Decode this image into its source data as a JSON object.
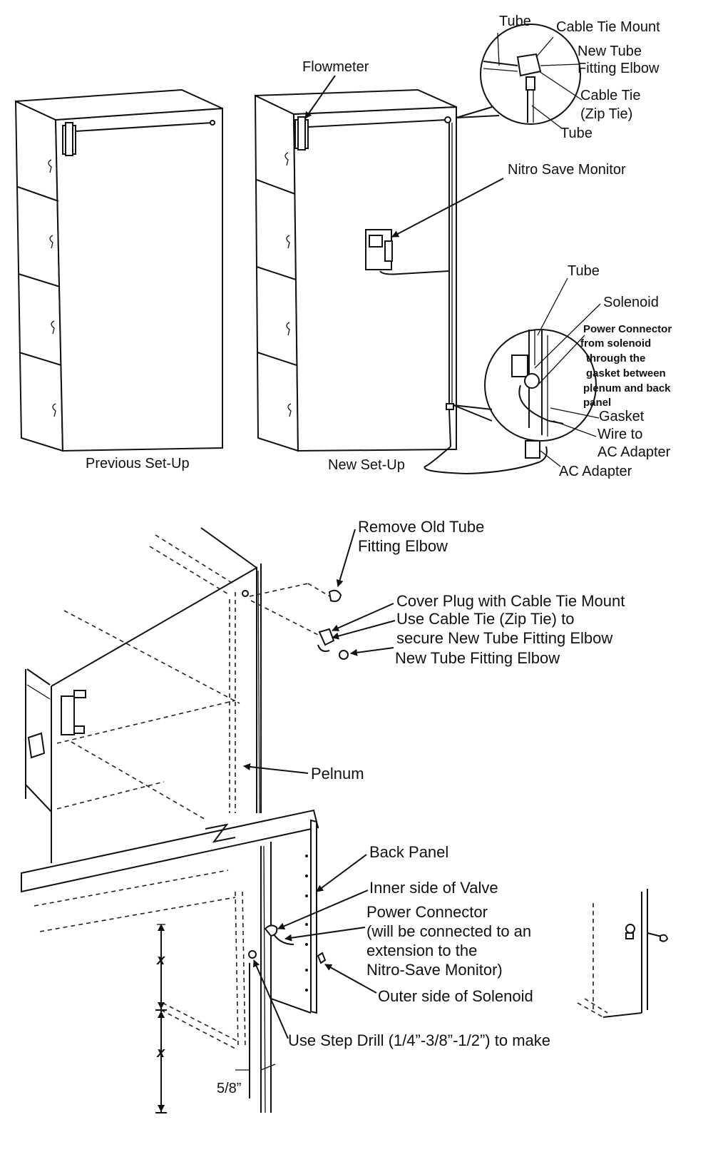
{
  "top_diagram": {
    "previous_label": "Previous Set-Up",
    "new_label": "New Set-Up",
    "flowmeter": "Flowmeter",
    "nitro_save_monitor": "Nitro Save Monitor",
    "callout_top": {
      "tube_1": "Tube",
      "cable_tie_mount": "Cable Tie Mount",
      "new_tube_line1": "New Tube",
      "new_tube_line2": "Fitting Elbow",
      "cable_tie_line1": "Cable Tie",
      "cable_tie_line2": "(Zip Tie)",
      "tube_2": "Tube"
    },
    "callout_bottom": {
      "tube": "Tube",
      "solenoid": "Solenoid",
      "power_lines": [
        "Power Connector",
        "from solenoid",
        "through the",
        "gasket between",
        "plenum and back",
        "panel"
      ],
      "gasket": "Gasket",
      "wire_line1": "Wire to",
      "wire_line2": "AC Adapter",
      "ac_adapter": "AC Adapter"
    }
  },
  "bottom_diagram": {
    "remove_line1": "Remove Old Tube",
    "remove_line2": "Fitting Elbow",
    "cover_plug": "Cover Plug with Cable Tie Mount",
    "use_cable_line1": "Use Cable Tie (Zip Tie) to",
    "use_cable_line2": "secure New Tube Fitting Elbow",
    "new_elbow": "New Tube Fitting Elbow",
    "pelnum": "Pelnum",
    "back_panel": "Back Panel",
    "inner_valve": "Inner side of Valve",
    "power_lines": [
      "Power Connector",
      "(will be connected to an",
      "extension to the",
      "Nitro-Save Monitor)"
    ],
    "outer_solenoid": "Outer side of Solenoid",
    "step_drill": "Use Step Drill (1/4”-3/8”-1/2”) to make",
    "dim_x1": "x",
    "dim_x2": "x",
    "dim_58": "5/8”"
  }
}
